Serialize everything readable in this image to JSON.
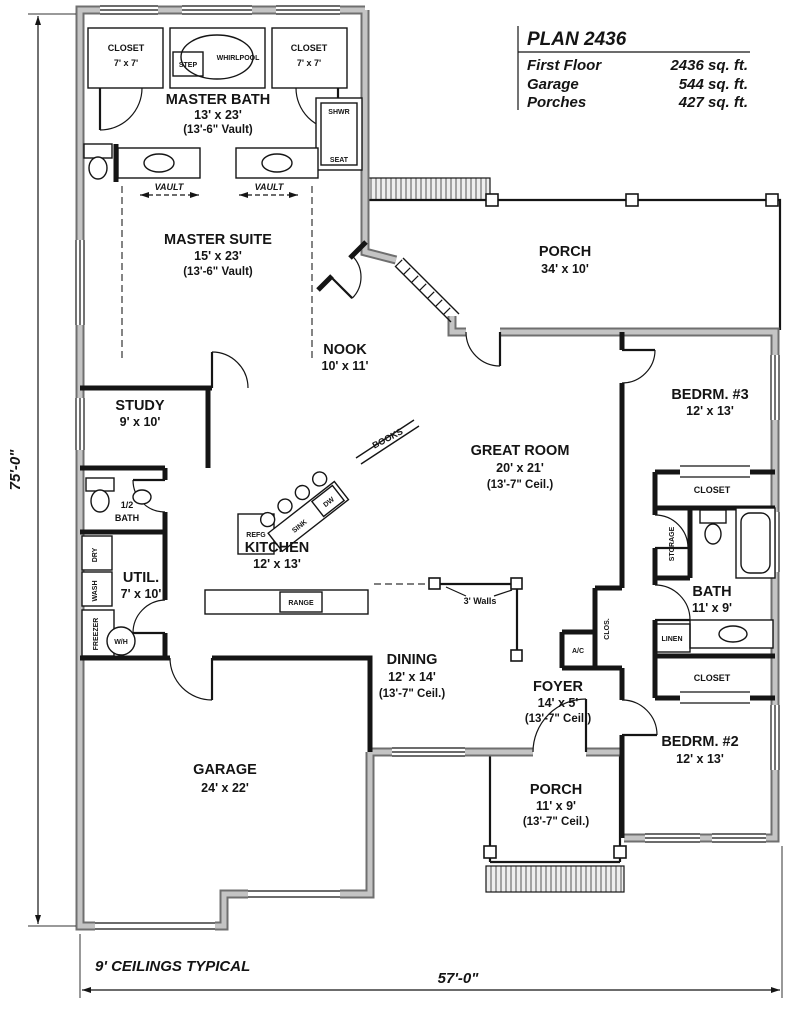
{
  "title_block": {
    "plan_title": "PLAN 2436",
    "rows": [
      {
        "label": "First Floor",
        "value": "2436 sq. ft."
      },
      {
        "label": "Garage",
        "value": "544 sq. ft."
      },
      {
        "label": "Porches",
        "value": "427 sq. ft."
      }
    ]
  },
  "rooms": {
    "closet_left": {
      "name": "CLOSET",
      "dims": "7' x 7'"
    },
    "closet_right": {
      "name": "CLOSET",
      "dims": "7' x 7'"
    },
    "master_bath": {
      "name": "MASTER BATH",
      "dims": "13' x 23'",
      "note": "(13'-6\" Vault)"
    },
    "master_suite": {
      "name": "MASTER SUITE",
      "dims": "15' x 23'",
      "note": "(13'-6\" Vault)"
    },
    "porch_rear": {
      "name": "PORCH",
      "dims": "34' x 10'"
    },
    "nook": {
      "name": "NOOK",
      "dims": "10' x 11'"
    },
    "study": {
      "name": "STUDY",
      "dims": "9' x 10'"
    },
    "bedroom3": {
      "name": "BEDRM. #3",
      "dims": "12' x 13'"
    },
    "great_room": {
      "name": "GREAT ROOM",
      "dims": "20' x 21'",
      "note": "(13'-7\" Ceil.)"
    },
    "half_bath": {
      "name_line1": "1/2",
      "name_line2": "BATH"
    },
    "kitchen": {
      "name": "KITCHEN",
      "dims": "12' x 13'"
    },
    "utility": {
      "name": "UTIL.",
      "dims": "7' x 10'"
    },
    "bath": {
      "name": "BATH",
      "dims": "11' x 9'"
    },
    "dining": {
      "name": "DINING",
      "dims": "12' x 14'",
      "note": "(13'-7\" Ceil.)"
    },
    "foyer": {
      "name": "FOYER",
      "dims": "14' x 5'",
      "note": "(13'-7\" Ceil.)"
    },
    "bedroom2": {
      "name": "BEDRM. #2",
      "dims": "12' x 13'"
    },
    "garage": {
      "name": "GARAGE",
      "dims": "24' x 22'"
    },
    "porch_front": {
      "name": "PORCH",
      "dims": "11' x 9'",
      "note": "(13'-7\" Ceil.)"
    }
  },
  "labels": {
    "step": "STEP",
    "whirlpool": "WHIRLPOOL",
    "shower": "SHWR",
    "seat": "SEAT",
    "vault_left": "VAULT",
    "vault_right": "VAULT",
    "books": "BOOKS",
    "refrigerator": "REFG",
    "range": "RANGE",
    "sink": "SINK",
    "dishwasher": "DW",
    "dryer": "DRY",
    "washer": "WASH",
    "freezer": "FREEZER",
    "water_heater": "W/H",
    "storage": "STORAGE",
    "foyer_closet": "CLOS.",
    "ac_unit": "A/C",
    "linen": "LINEN",
    "bedroom3_closet": "CLOSET",
    "bedroom2_closet": "CLOSET",
    "three_ft_walls": "3' Walls"
  },
  "dimensions": {
    "overall_depth": "75'-0\"",
    "overall_width": "57'-0\"",
    "ceiling_note": "9' CEILINGS TYPICAL"
  }
}
